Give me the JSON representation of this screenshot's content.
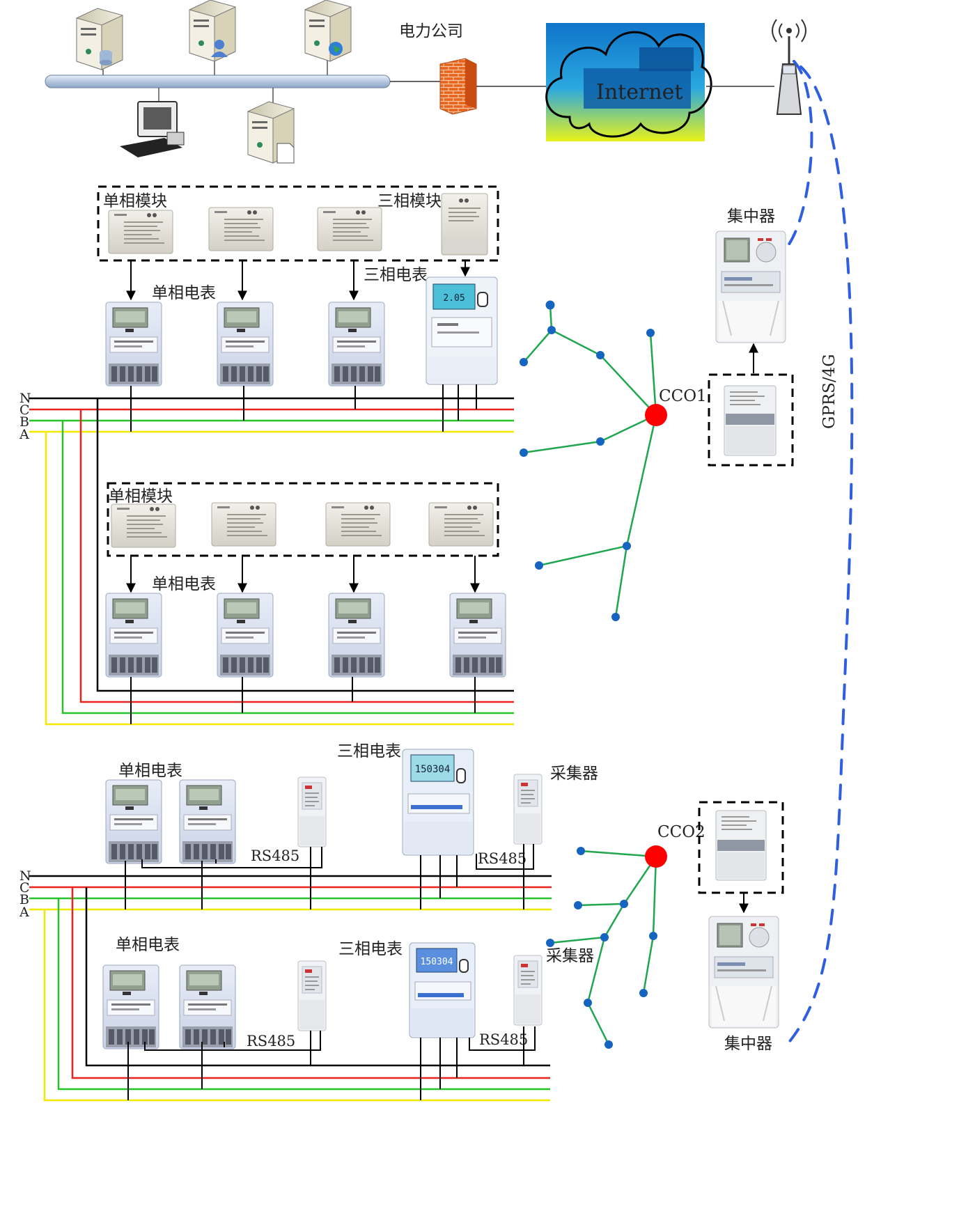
{
  "labels": {
    "power_company": "电力公司",
    "internet": "Internet",
    "gprs": "GPRS/4G",
    "concentrator_top": "集中器",
    "concentrator_bottom": "集中器",
    "cco1": "CCO1",
    "cco2": "CCO2",
    "single_module_1": "单相模块",
    "three_module": "三相模块",
    "three_meter_1": "三相电表",
    "single_meter_1": "单相电表",
    "single_module_2": "单相模块",
    "single_meter_2": "单相电表",
    "single_meter_3": "单相电表",
    "three_meter_3": "三相电表",
    "collector_1": "采集器",
    "rs485_a": "RS485",
    "rs485_b": "RS485",
    "single_meter_4": "单相电表",
    "three_meter_4": "三相电表",
    "collector_2": "采集器",
    "rs485_c": "RS485",
    "rs485_d": "RS485"
  },
  "phases": [
    "N",
    "C",
    "B",
    "A"
  ],
  "meter_readings": {
    "three_meter_1": "2.05",
    "three_meter_3": "150304",
    "three_meter_4": "150304"
  },
  "colors": {
    "phase_n": "#000000",
    "phase_c": "#e8231d",
    "phase_b": "#27c22a",
    "phase_a": "#f2e800",
    "network_line": "#1fa64f",
    "network_node": "#1565c0",
    "cco_node": "#ff0000",
    "wireless_link": "#2f5fe0",
    "firewall": "#e8651d"
  }
}
